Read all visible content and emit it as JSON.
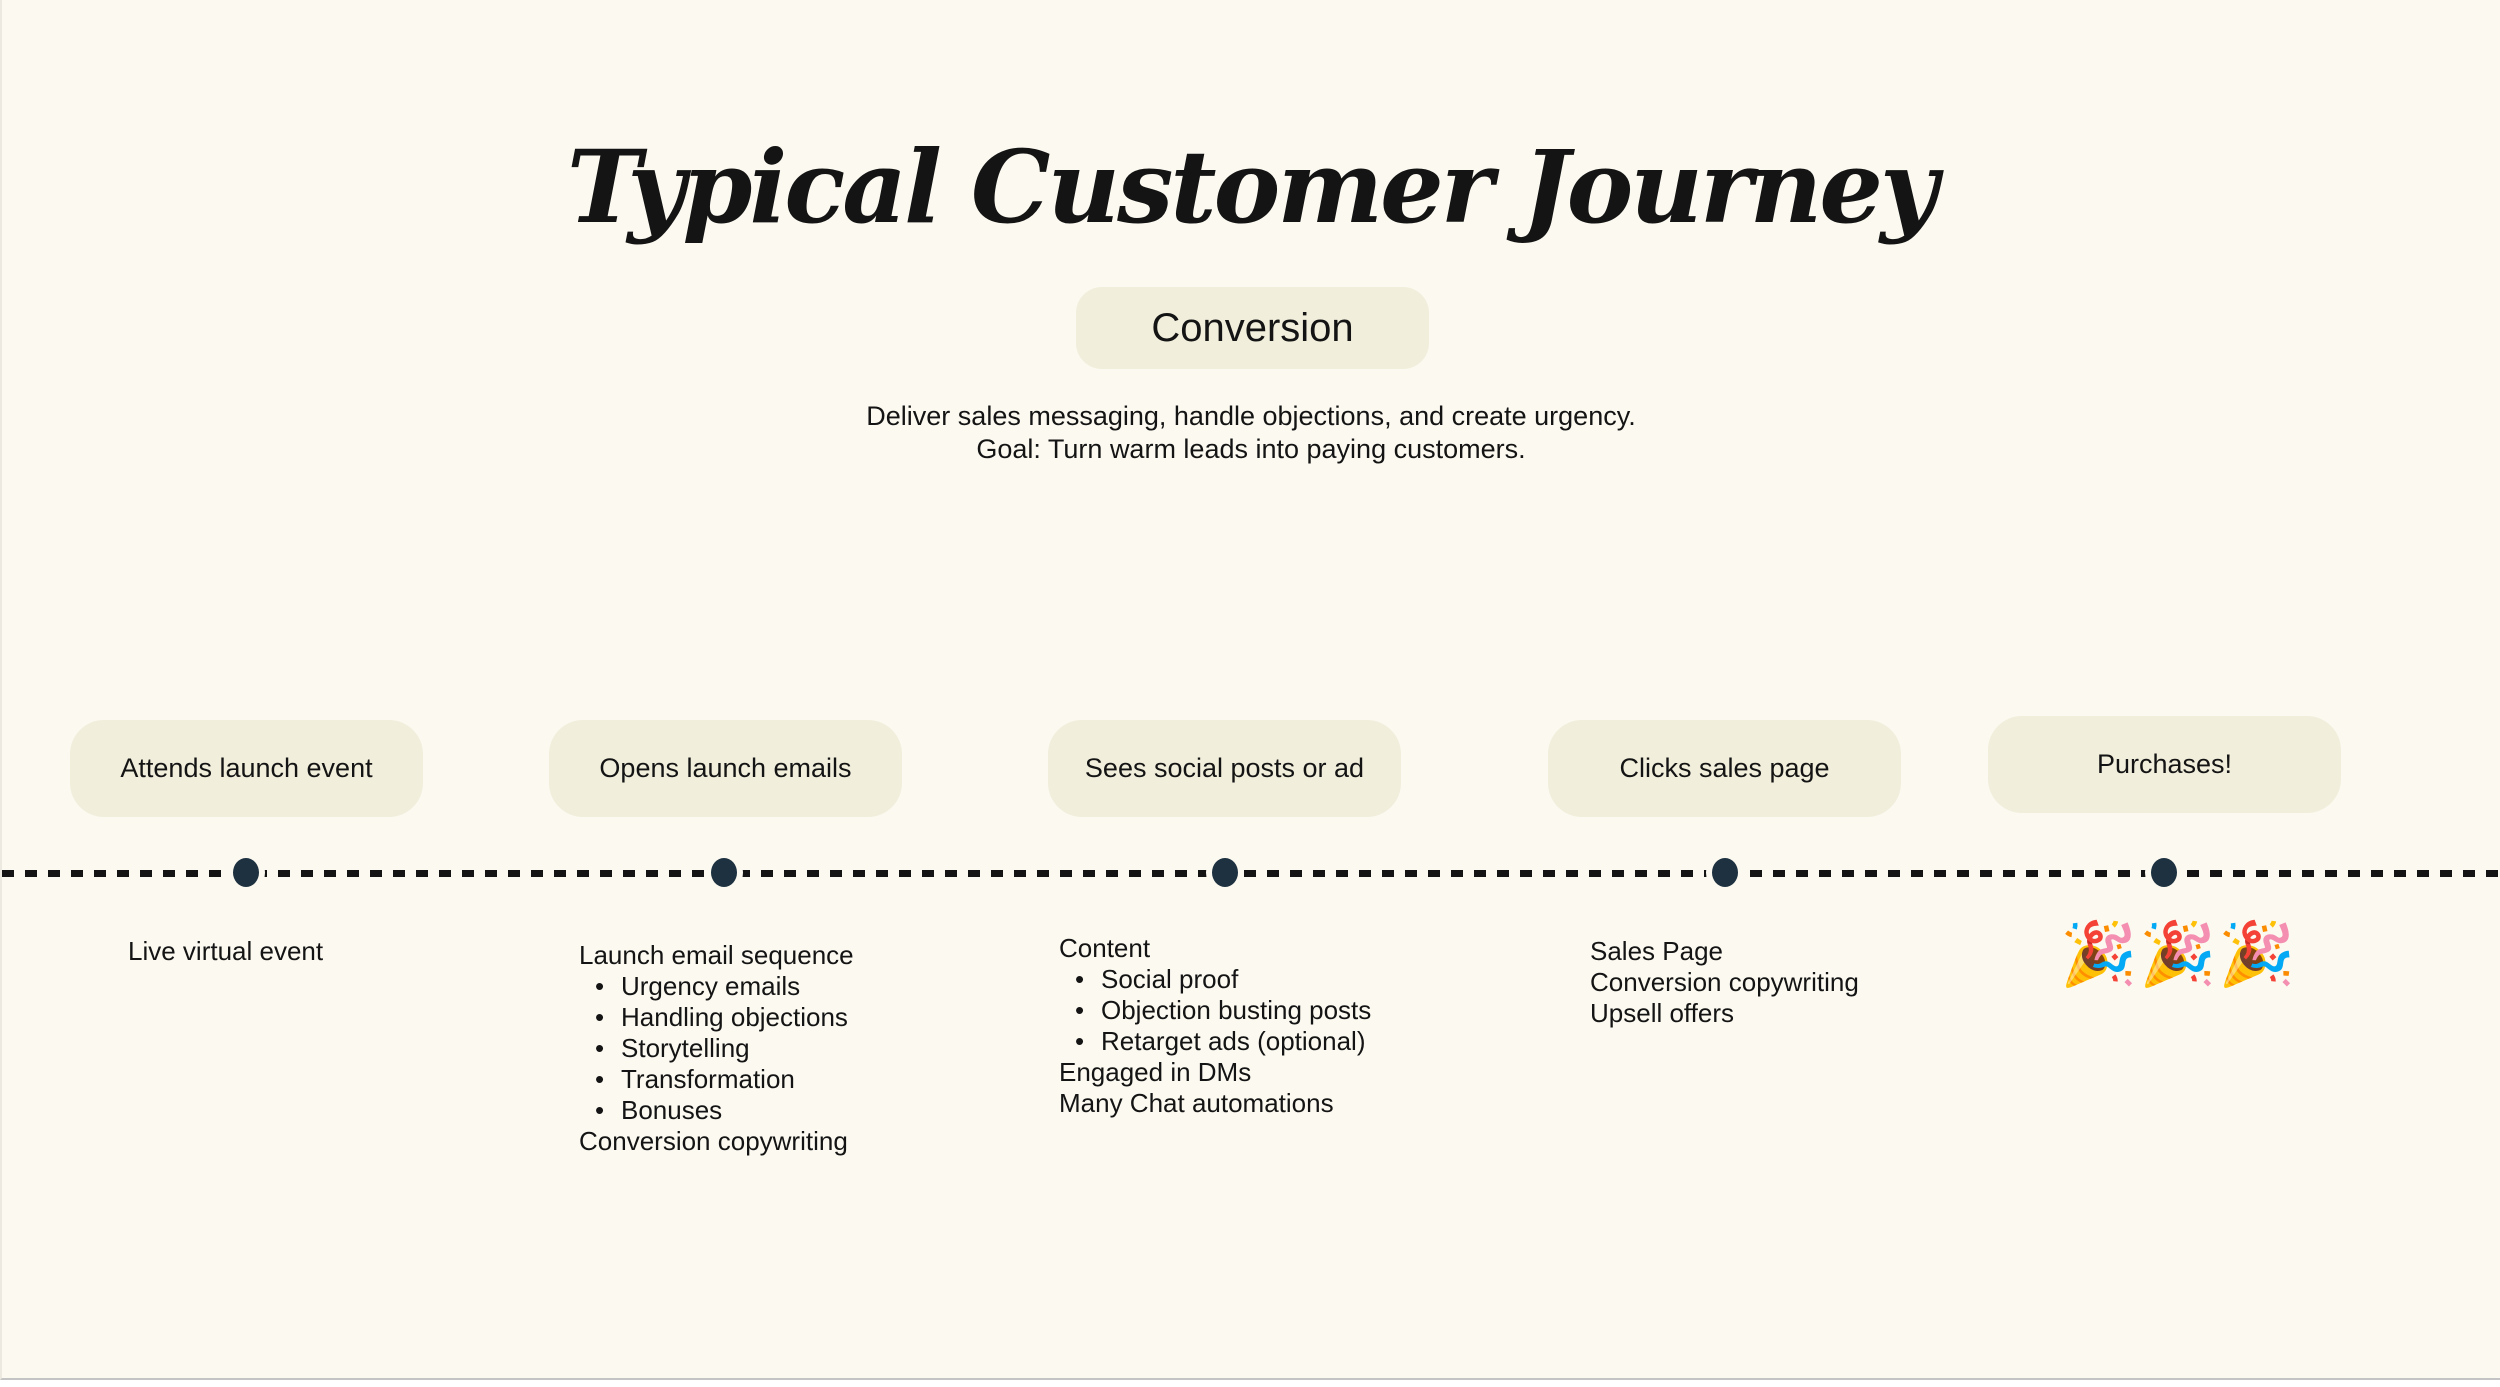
{
  "theme": {
    "bg": "#FBF9F0",
    "pill": "#F1EEDC",
    "ink": "#141414",
    "dot": "#1D3140",
    "dash": "#141414",
    "edge": "#C4C4C4"
  },
  "header": {
    "title": "Typical Customer Journey",
    "phase_label": "Conversion",
    "description_line1": "Deliver sales messaging, handle objections, and create urgency.",
    "description_line2": "Goal: Turn warm leads into paying customers."
  },
  "stages": [
    {
      "label": "Attends launch event",
      "details": [
        {
          "text": "Live virtual event",
          "bullet": false
        }
      ]
    },
    {
      "label": "Opens launch emails",
      "details": [
        {
          "text": "Launch email sequence",
          "bullet": false
        },
        {
          "text": "Urgency emails",
          "bullet": true
        },
        {
          "text": "Handling objections",
          "bullet": true
        },
        {
          "text": "Storytelling",
          "bullet": true
        },
        {
          "text": "Transformation",
          "bullet": true
        },
        {
          "text": "Bonuses",
          "bullet": true
        },
        {
          "text": "Conversion copywriting",
          "bullet": false
        }
      ]
    },
    {
      "label": "Sees social posts or ad",
      "details": [
        {
          "text": "Content",
          "bullet": false
        },
        {
          "text": "Social proof",
          "bullet": true
        },
        {
          "text": "Objection busting posts",
          "bullet": true
        },
        {
          "text": "Retarget ads (optional)",
          "bullet": true
        },
        {
          "text": "Engaged in DMs",
          "bullet": false
        },
        {
          "text": "Many Chat automations",
          "bullet": false
        }
      ]
    },
    {
      "label": "Clicks sales page",
      "details": [
        {
          "text": "Sales Page",
          "bullet": false
        },
        {
          "text": "Conversion copywriting",
          "bullet": false
        },
        {
          "text": "Upsell offers",
          "bullet": false
        }
      ]
    },
    {
      "label": "Purchases!",
      "details": [],
      "emoji": "🎉🎉🎉"
    }
  ]
}
